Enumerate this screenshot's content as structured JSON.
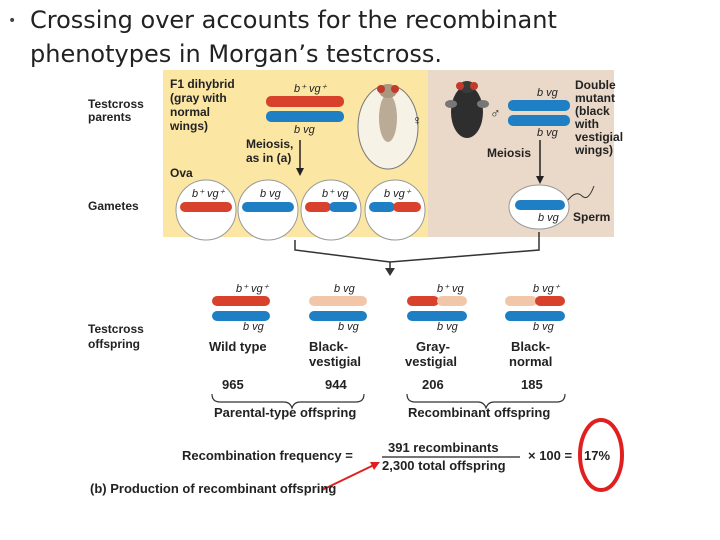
{
  "title": {
    "bullet": "•",
    "line1": "Crossing over accounts for the recombinant",
    "line2": "phenotypes in Morgan’s testcross."
  },
  "left_labels": {
    "testcross_parents_1": "Testcross",
    "testcross_parents_2": "parents",
    "gametes": "Gametes",
    "testcross_offspring_1": "Testcross",
    "testcross_offspring_2": "offspring"
  },
  "f1": {
    "line1": "F1 dihybrid",
    "line2": "(gray with",
    "line3": "normal",
    "line4": "wings)",
    "top_chrom": "b⁺ vg⁺",
    "bottom_chrom": "b  vg",
    "female_symbol": "♀"
  },
  "double_mutant": {
    "line1": "Double",
    "line2": "mutant",
    "line3": "(black",
    "line4": "with",
    "line5": "vestigial",
    "line6": "wings)",
    "top_chrom": "b  vg",
    "bottom_chrom": "b  vg",
    "male_symbol": "♂"
  },
  "meiosis_left": {
    "line1": "Meiosis,",
    "line2": "as in (a)"
  },
  "meiosis_right": "Meiosis",
  "ova": "Ova",
  "sperm": "Sperm",
  "sperm_chrom": "b  vg",
  "gametes_list": [
    {
      "label": "b⁺ vg⁺",
      "color": "#d8412b"
    },
    {
      "label": "b  vg",
      "color": "#d8412b"
    },
    {
      "label": "b⁺ vg",
      "color": "#d8412b"
    },
    {
      "label": "b  vg⁺",
      "color": "#d8412b"
    }
  ],
  "offspring": [
    {
      "top": "b⁺ vg⁺",
      "bottom": "b  vg",
      "phenotype1": "Wild type",
      "phenotype2": "",
      "count": "965"
    },
    {
      "top": "b  vg",
      "bottom": "b  vg",
      "phenotype1": "Black-",
      "phenotype2": "vestigial",
      "count": "944"
    },
    {
      "top": "b⁺ vg",
      "bottom": "b  vg",
      "phenotype1": "Gray-",
      "phenotype2": "vestigial",
      "count": "206"
    },
    {
      "top": "b  vg⁺",
      "bottom": "b  vg",
      "phenotype1": "Black-",
      "phenotype2": "normal",
      "count": "185"
    }
  ],
  "groups": {
    "parental": "Parental-type offspring",
    "recombinant": "Recombinant offspring"
  },
  "equation": {
    "label": "Recombination frequency =",
    "numerator": "391 recombinants",
    "denominator": "2,300 total offspring",
    "times": "× 100 =",
    "result": "17%"
  },
  "caption": "(b) Production of recombinant offspring",
  "colors": {
    "panel_bg": "#fbe6a3",
    "red_chrom": "#d8412b",
    "blue_chrom": "#1f7fc4",
    "pale_chrom": "#f2c6a8",
    "circle_highlight": "#e02020"
  }
}
